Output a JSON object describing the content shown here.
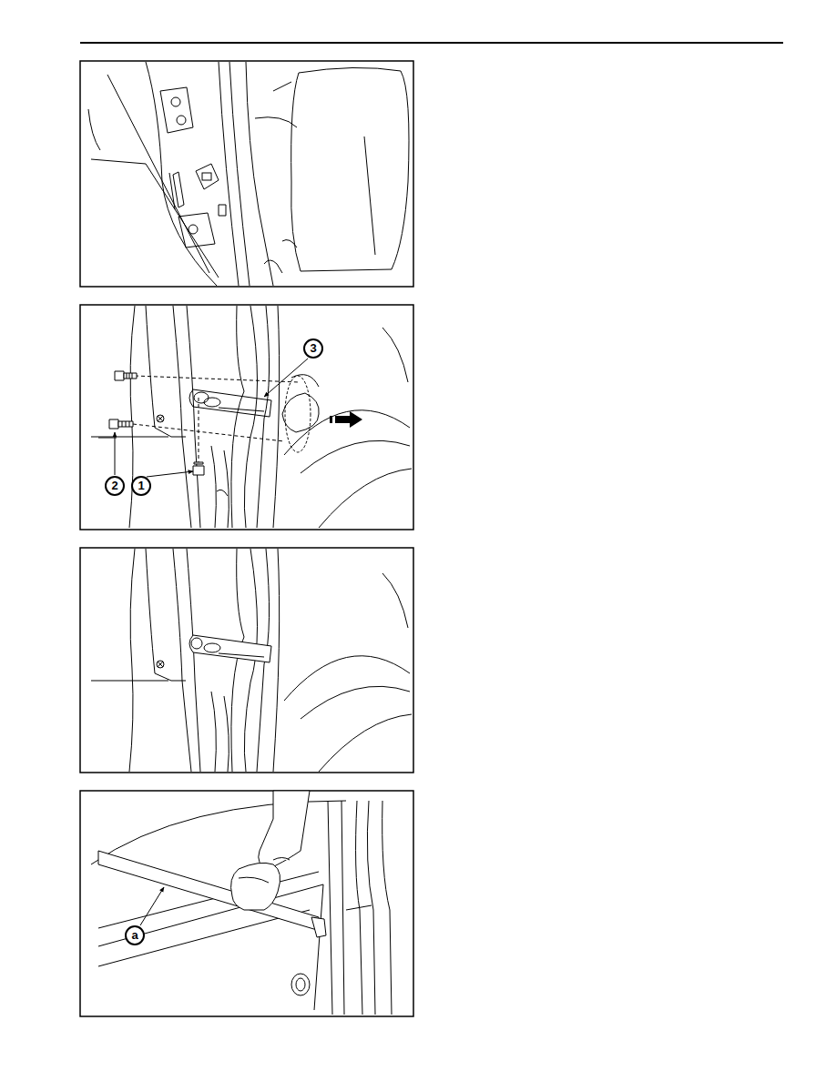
{
  "diagram": {
    "labels": [
      "3",
      "2",
      "1",
      "a"
    ]
  }
}
